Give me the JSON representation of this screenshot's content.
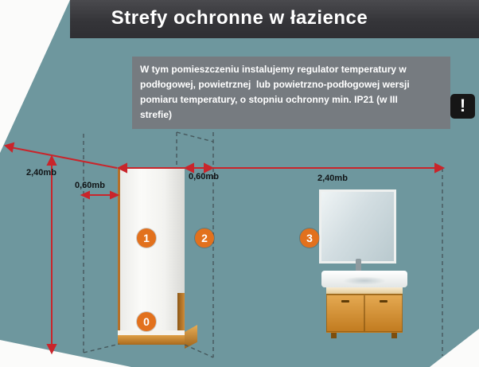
{
  "header": {
    "title": "Strefy ochronne w łazience"
  },
  "info_box": {
    "line1": "W tym pomieszczeniu instalujemy regulator temperatury w",
    "line2": "podłogowej, powietrznej  lub powietrzno-podłogowej wersji",
    "line3": "pomiaru temperatury, o stopniu ochronny min. IP21 (w III",
    "line4": "strefie)",
    "warning_glyph": "!"
  },
  "dimensions": {
    "room_height": "2,40mb",
    "zone2_left_width": "0,60mb",
    "zone2_right_width": "0,60mb",
    "zone3_width": "2,40mb"
  },
  "zone_badges": {
    "zone0": "0",
    "zone1": "1",
    "zone2": "2",
    "zone3": "3"
  },
  "colors": {
    "wall": "#6e979e",
    "header_bg": "#353539",
    "infobox_bg": "#76797e",
    "dimension_red": "#c9252b",
    "badge_orange": "#e2711d",
    "warning_bg": "#161616",
    "cabinet_orange": "#c98427"
  }
}
